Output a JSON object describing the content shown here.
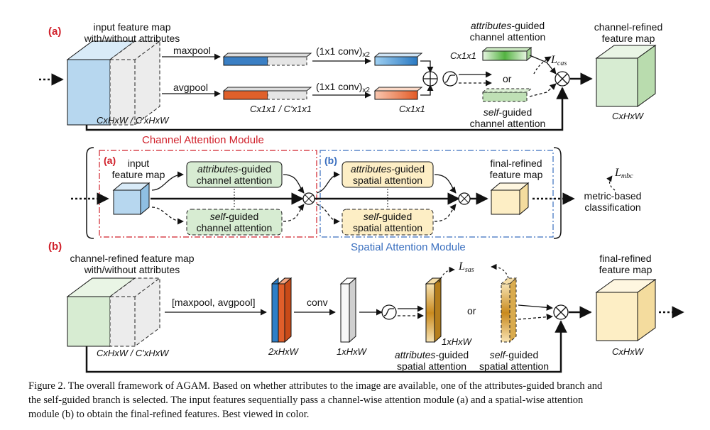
{
  "panel_a": {
    "label": "(a)",
    "input_title_1": "input feature map",
    "input_title_2": "with/without attributes",
    "maxpool": "maxpool",
    "avgpool": "avgpool",
    "conv_top": "(1x1 conv)",
    "conv_bottom": "(1x1 conv)",
    "conv_sub": "x2",
    "dims_input": "CxHxW / C'xHxW",
    "dims_pooled": "Cx1x1 / C'x1x1",
    "dims_after_conv": "Cx1x1",
    "attr_dim": "Cx1x1",
    "attr_title_word": "attributes",
    "attr_title_rest": "-guided",
    "attr_title_2": "channel attention",
    "self_word": "self",
    "self_rest": "-guided",
    "self_title_2": "channel attention",
    "or": "or",
    "loss_cas_main": "L",
    "loss_cas_sub": "cas",
    "output_title_1": "channel-refined",
    "output_title_2": "feature map",
    "output_dims": "CxHxW"
  },
  "middle": {
    "a_label": "(a)",
    "b_label": "(b)",
    "cam_title": "Channel Attention Module",
    "sam_title": "Spatial Attention Module",
    "input_1": "input",
    "input_2": "feature map",
    "attr_word": "attributes",
    "attr_rest": "-guided",
    "attr_channel_2": "channel attention",
    "self_word": "self",
    "self_rest": "-guided",
    "self_channel_2": "channel attention",
    "attr_spatial_2": "spatial attention",
    "self_spatial_2": "spatial attention",
    "final_1": "final-refined",
    "final_2": "feature map",
    "loss_mbc_main": "L",
    "loss_mbc_sub": "mbc",
    "metric_1": "metric-based",
    "metric_2": "classification"
  },
  "panel_b": {
    "label": "(b)",
    "input_title_1": "channel-refined feature map",
    "input_title_2": "with/without attributes",
    "dims_input": "CxHxW / C'xHxW",
    "pool_label": "[maxpool, avgpool]",
    "conv": "conv",
    "dims_2": "2xHxW",
    "dims_1": "1xHxW",
    "dims_attr": "1xHxW",
    "attr_word": "attributes",
    "attr_rest": "-guided",
    "attr_2": "spatial attention",
    "self_word": "self",
    "self_rest": "-guided",
    "self_2": "spatial attention",
    "or": "or",
    "loss_sas_main": "L",
    "loss_sas_sub": "sas",
    "output_1": "final-refined",
    "output_2": "feature map",
    "output_dims": "CxHxW"
  },
  "caption": {
    "line1": "Figure 2. The overall framework of AGAM. Based on whether attributes to the image are available, one of the attributes-guided branch and",
    "line2": "the self-guided branch is selected.  The input features sequentially pass a channel-wise attention module (a) and a spatial-wise attention",
    "line3": "module (b) to obtain the final-refined features. Best viewed in color."
  },
  "colors": {
    "input_blue": "#b9d8f0",
    "green_box": "#d7ecd2",
    "yellow_box": "#fdeec5",
    "red_label": "#d0202a",
    "blue_label": "#3a6fbf",
    "bar_blue": "#3a7fc4",
    "bar_orange": "#e06a35",
    "green_bar": "#5fb44a",
    "amber_bar": "#cf9a2d"
  }
}
